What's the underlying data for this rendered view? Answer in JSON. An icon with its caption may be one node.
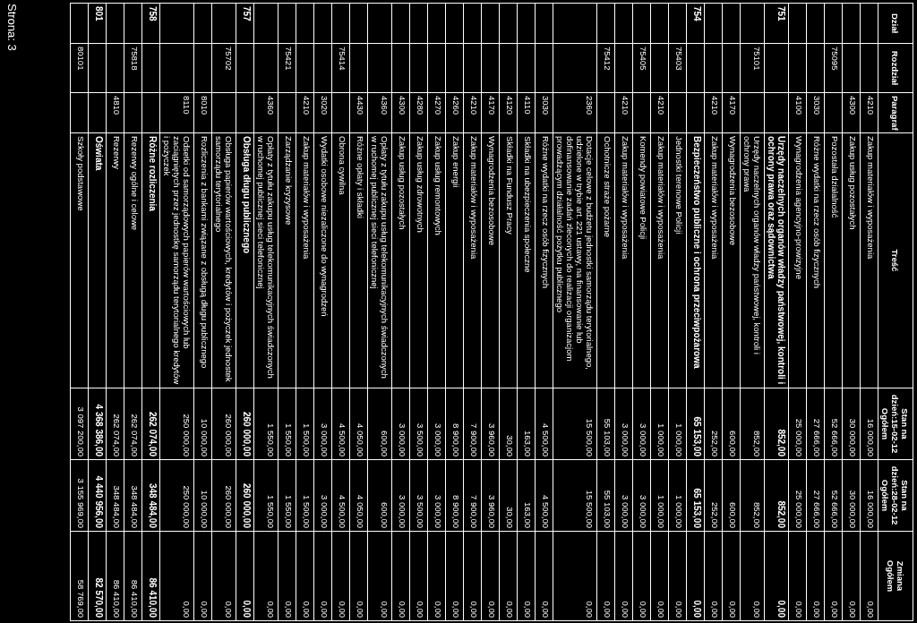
{
  "diagram": {
    "labels": [
      "Dział",
      "Rozdział",
      "Paragraf",
      "Treść",
      "Stan na dzień:15-02-12",
      "Ogółem",
      "Stan na dzień:28-02-12",
      "Ogółem",
      "Zmiana",
      "Ogółem",
      "4210",
      "Zakup materiałów i wyposażenia",
      "16 000,00",
      "16 000,00",
      "0,00",
      "4300",
      "Zakup usług pozostałych",
      "30 000,00",
      "30 000,00",
      "0,00",
      "75095",
      "Pozostała działalność",
      "52 666,00",
      "52 666,00",
      "0,00",
      "3030",
      "Różne wydatki na rzecz osób fizycznych",
      "27 666,00",
      "27 666,00",
      "0,00",
      "4100",
      "Wynagrodzenia agencyjno-prowizyjne",
      "25 000,00",
      "25 000,00",
      "0,00",
      "751",
      "Urzędy naczelnych organów władzy państwowej, kontroli i ochrony prawa oraz sądownictwa",
      "852,00",
      "852,00",
      "0,00",
      "75101",
      "Urzędy naczelnych organów władzy państwowej, kontroli i ochrony prawa",
      "852,00",
      "852,00",
      "0,00",
      "4170",
      "Wynagrodzenia bezosobowe",
      "600,00",
      "600,00",
      "0,00",
      "4210",
      "Zakup materiałów i wyposażenia",
      "252,00",
      "252,00",
      "0,00",
      "754",
      "Bezpieczeństwo publiczne i ochrona przeciwpożarowa",
      "65 153,00",
      "65 153,00",
      "0,00",
      "75403",
      "Jednostki terenowe Policji",
      "1 000,00",
      "1 000,00",
      "0,00",
      "4210",
      "Zakup materiałów i wyposażenia",
      "1 000,00",
      "1 000,00",
      "0,00",
      "75405",
      "Komendy powiatowe Policji",
      "3 000,00",
      "3 000,00",
      "0,00",
      "4210",
      "Zakup materiałów i wyposażenia",
      "3 000,00",
      "3 000,00",
      "0,00",
      "75412",
      "Ochotnicze straże pożarne",
      "55 103,00",
      "55 103,00",
      "0,00",
      "2360",
      "Dotacje celowe z budżetu jednostki samorządu terytorialnego, udzielone w trybie art. 221 ustawy, na finansowanie lub dofinansowanie zadań zleconych do realizacji organizacjom prowadzącym działalność pożytku publicznego",
      "15 500,00",
      "15 500,00",
      "0,00",
      "3030",
      "Różne wydatki na rzecz osób fizycznych",
      "4 500,00",
      "4 500,00",
      "0,00",
      "4110",
      "Składki na ubezpieczenia społeczne",
      "163,00",
      "163,00",
      "0,00",
      "4120",
      "Składki na Fundusz Pracy",
      "30,00",
      "30,00",
      "0,00",
      "4170",
      "Wynagrodzenia bezosobowe",
      "3 960,00",
      "3 960,00",
      "0,00",
      "4210",
      "Zakup materiałów i wyposażenia",
      "7 900,00",
      "7 900,00",
      "0,00",
      "4260",
      "Zakup energii",
      "8 900,00",
      "8 900,00",
      "0,00",
      "4270",
      "Zakup usług remontowych",
      "3 000,00",
      "3 000,00",
      "0,00",
      "4280",
      "Zakup usług zdrowotnych",
      "3 500,00",
      "3 500,00",
      "0,00",
      "4300",
      "Zakup usług pozostałych",
      "3 000,00",
      "3 000,00",
      "0,00",
      "4360",
      "Opłaty z tytułu zakupu usług telekomunikacyjnych świadczonych w ruchomej publicznej sieci telefonicznej",
      "600,00",
      "600,00",
      "0,00",
      "4430",
      "Różne opłaty i składki",
      "4 050,00",
      "4 050,00",
      "0,00",
      "75414",
      "Obrona cywilna",
      "4 500,00",
      "4 500,00",
      "0,00",
      "3020",
      "Wydatki osobowe niezaliczone do wynagrodzeń",
      "3 000,00",
      "3 000,00",
      "0,00",
      "4210",
      "Zakup materiałów i wyposażenia",
      "1 500,00",
      "1 500,00",
      "0,00",
      "75421",
      "Zarządzanie kryzysowe",
      "1 550,00",
      "1 550,00",
      "0,00",
      "4360",
      "Opłaty z tytułu zakupu usług telekomunikacyjnych świadczonych w ruchomej publicznej sieci telefonicznej",
      "1 550,00",
      "1 550,00",
      "0,00",
      "757",
      "Obsługa długu publicznego",
      "260 000,00",
      "260 000,00",
      "0,00",
      "75702",
      "Obsługa papierów wartościowych, kredytów i pożyczek jednostek samorządu terytorialnego",
      "260 000,00",
      "260 000,00",
      "0,00",
      "8010",
      "Rozliczenia z bankami związane z obsługą długu publicznego",
      "10 000,00",
      "10 000,00",
      "0,00",
      "8110",
      "Odsetki od samorządowych papierów wartościowych lub zaciągniętych przez jednostkę samorządu terytorialnego kredytów i pożyczek",
      "250 000,00",
      "250 000,00",
      "0,00",
      "758",
      "Różne rozliczenia",
      "262 074,00",
      "348 484,00",
      "86 410,00",
      "75818",
      "Rezerwy ogólne i celowe",
      "262 074,00",
      "348 484,00",
      "86 410,00",
      "4810",
      "Rezerwy",
      "262 074,00",
      "348 484,00",
      "86 410,00",
      "801",
      "Oświata",
      "4 368 386,00",
      "4 440 956,00",
      "82 570,00",
      "80101",
      "Szkoły podstawowe",
      "3 097 200,00",
      "3 155 969,00",
      "58 769,00",
      "Strona: 3"
    ]
  }
}
